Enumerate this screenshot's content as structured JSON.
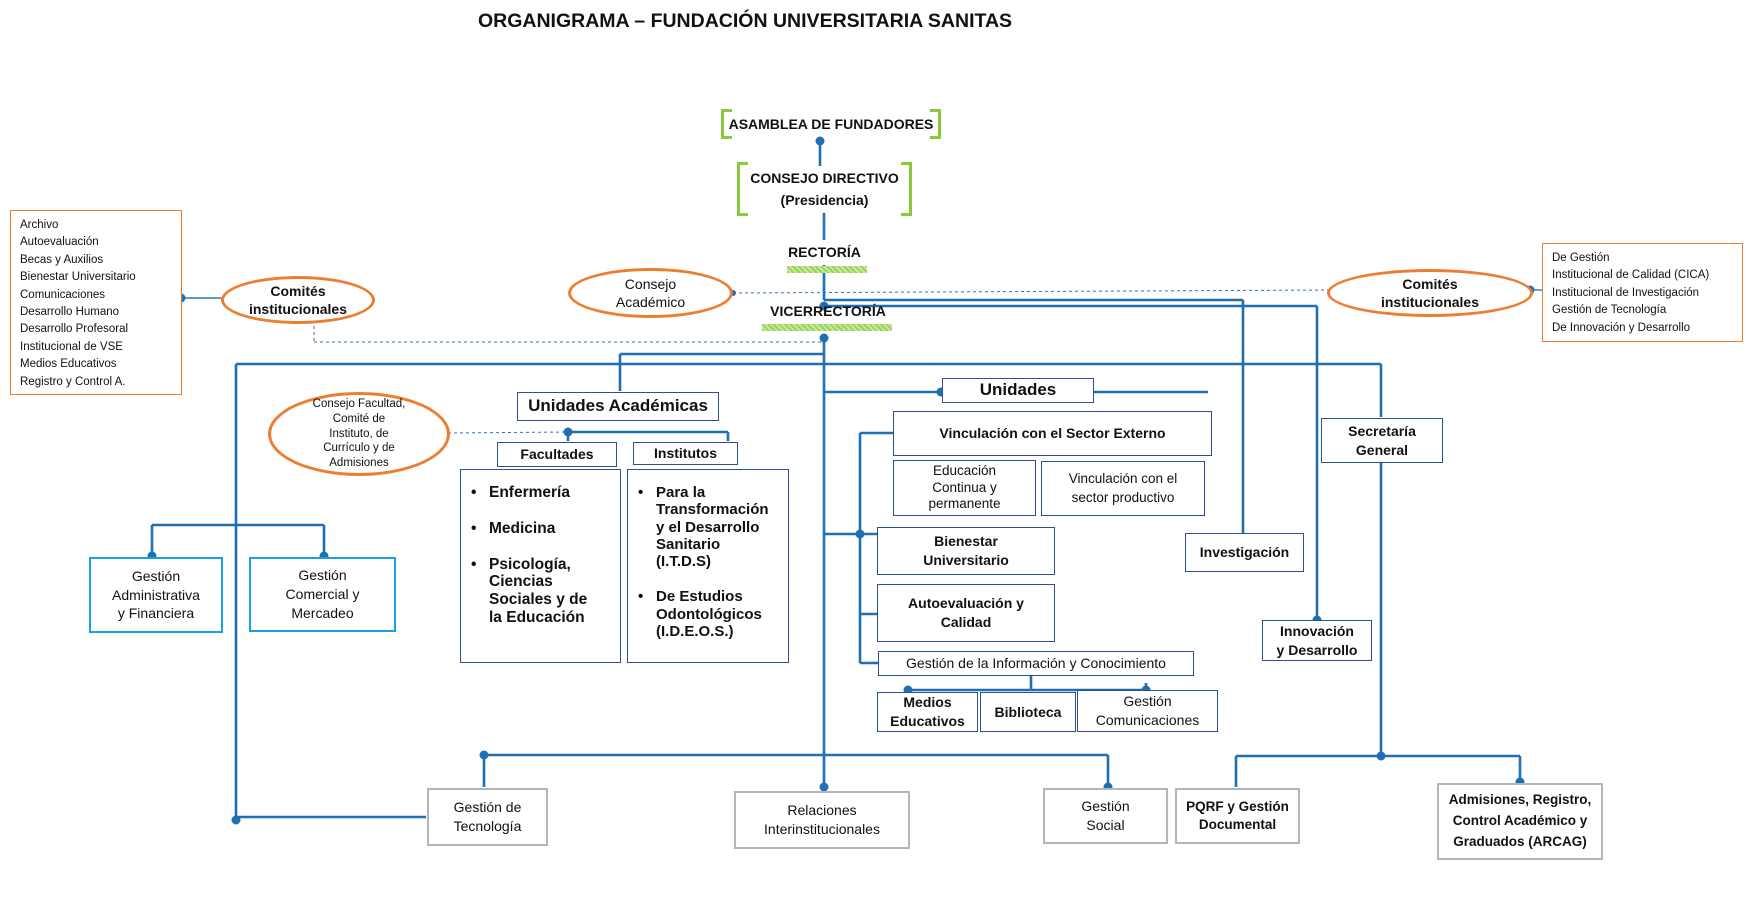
{
  "title": "ORGANIGRAMA – FUNDACIÓN UNIVERSITARIA SANITAS",
  "nodes": {
    "asamblea": "ASAMBLEA DE FUNDADORES",
    "consejo_directivo": "CONSEJO DIRECTIVO\n(Presidencia)",
    "rectoria": "RECTORÍA",
    "vicerrectoria": "VICERRECTORÍA",
    "consejo_academico": "Consejo\nAcadémico",
    "comites_left": "Comités\ninstitucionales",
    "comites_right": "Comités\ninstitucionales",
    "consejo_facultad": "Consejo Facultad,\nComité de\nInstituto, de\nCurrículo y de\nAdmisiones",
    "unidades_academicas": "Unidades Académicas",
    "facultades": "Facultades",
    "institutos": "Institutos",
    "unidades": "Unidades",
    "vinculacion": "Vinculación  con el Sector Externo",
    "educacion_continua": "Educación\nContinua y\npermanente",
    "vinculacion_productivo": "Vinculación con el\nsector productivo",
    "bienestar": "Bienestar\nUniversitario",
    "autoevaluacion": "Autoevaluación  y\nCalidad",
    "gestion_info": "Gestión de la Información y Conocimiento",
    "medios": "Medios\nEducativos",
    "biblioteca": "Biblioteca",
    "gestion_comunicaciones": "Gestión\nComunicaciones",
    "investigacion": "Investigación",
    "innovacion": "Innovación\ny Desarrollo",
    "secretaria": "Secretaría\nGeneral",
    "gestion_admin": "Gestión\nAdministrativa\ny Financiera",
    "gestion_comercial": "Gestión\nComercial y\nMercadeo",
    "gestion_tecnologia": "Gestión de\nTecnología",
    "relaciones": "Relaciones\nInterinstitucionales",
    "gestion_social": "Gestión\nSocial",
    "pqrf": "PQRF y Gestión\nDocumental",
    "admisiones": "Admisiones, Registro,\nControl Académico y\nGraduados (ARCAG)"
  },
  "facultades_list": [
    "Enfermería",
    "Medicina",
    "Psicología,\nCiencias\nSociales y de\nla Educación"
  ],
  "institutos_list": [
    "Para la\nTransformación\ny el Desarrollo\nSanitario\n(I.T.D.S)",
    "De Estudios\nOdontológicos\n(I.D.E.O.S.)"
  ],
  "comites_left_list": [
    "Archivo",
    "Autoevaluación",
    "Becas y Auxilios",
    "Bienestar Universitario",
    "Comunicaciones",
    "Desarrollo Humano",
    "Desarrollo Profesoral",
    "Institucional de VSE",
    "Medios Educativos",
    "Registro y Control A."
  ],
  "comites_right_list": [
    "De Gestión",
    "Institucional de Calidad (CICA)",
    "Institucional de Investigación",
    "Gestión de Tecnología",
    "De Innovación y Desarrollo"
  ],
  "colors": {
    "line": "#1f6fb5",
    "orange": "#ed7d31",
    "green": "#8dc63f",
    "navy_border": "#2f4f8f",
    "sky_border": "#1ba1e2",
    "grey_border": "#b5b5b5"
  }
}
